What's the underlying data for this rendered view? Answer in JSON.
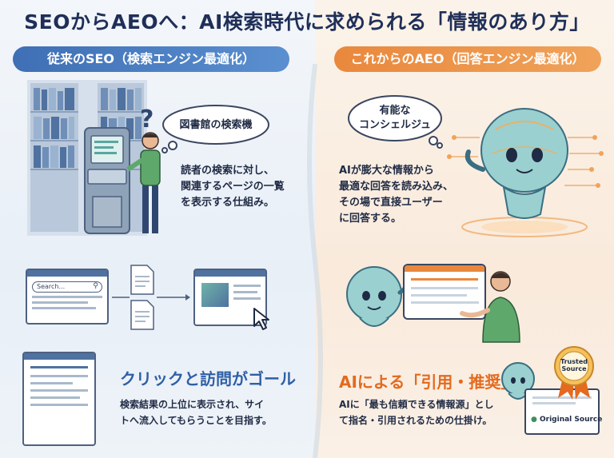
{
  "title": "SEOからAEOへ：AI検索時代に求められる「情報のあり方」",
  "left": {
    "pill": "従来のSEO（検索エンジン最適化）",
    "bubble": "図書館の検索機",
    "description": [
      "読者の検索に対し、",
      "関連するページの一覧",
      "を表示する仕組み。"
    ],
    "search_placeholder": "Search...",
    "heading": "クリックと訪問がゴール",
    "detail": [
      "検索結果の上位に表示され、サイ",
      "トへ流入してもらうことを目指す。"
    ]
  },
  "right": {
    "pill": "これからのAEO（回答エンジン最適化）",
    "bubble": [
      "有能な",
      "コンシェルジュ"
    ],
    "description": [
      "AIが膨大な情報から",
      "最適な回答を読み込み、",
      "その場で直接ユーザー",
      "に回答する。"
    ],
    "heading": "AIによる「引用・推奨」",
    "detail": [
      "AIに「最も信頼できる情報源」とし",
      "て指名・引用されるための仕掛け。"
    ],
    "badge": [
      "Trusted",
      "Source"
    ],
    "card_label": "Original Source"
  },
  "colors": {
    "accent_blue": "#3f6fb4",
    "accent_orange": "#e9883d",
    "title_navy": "#1f2f58"
  }
}
